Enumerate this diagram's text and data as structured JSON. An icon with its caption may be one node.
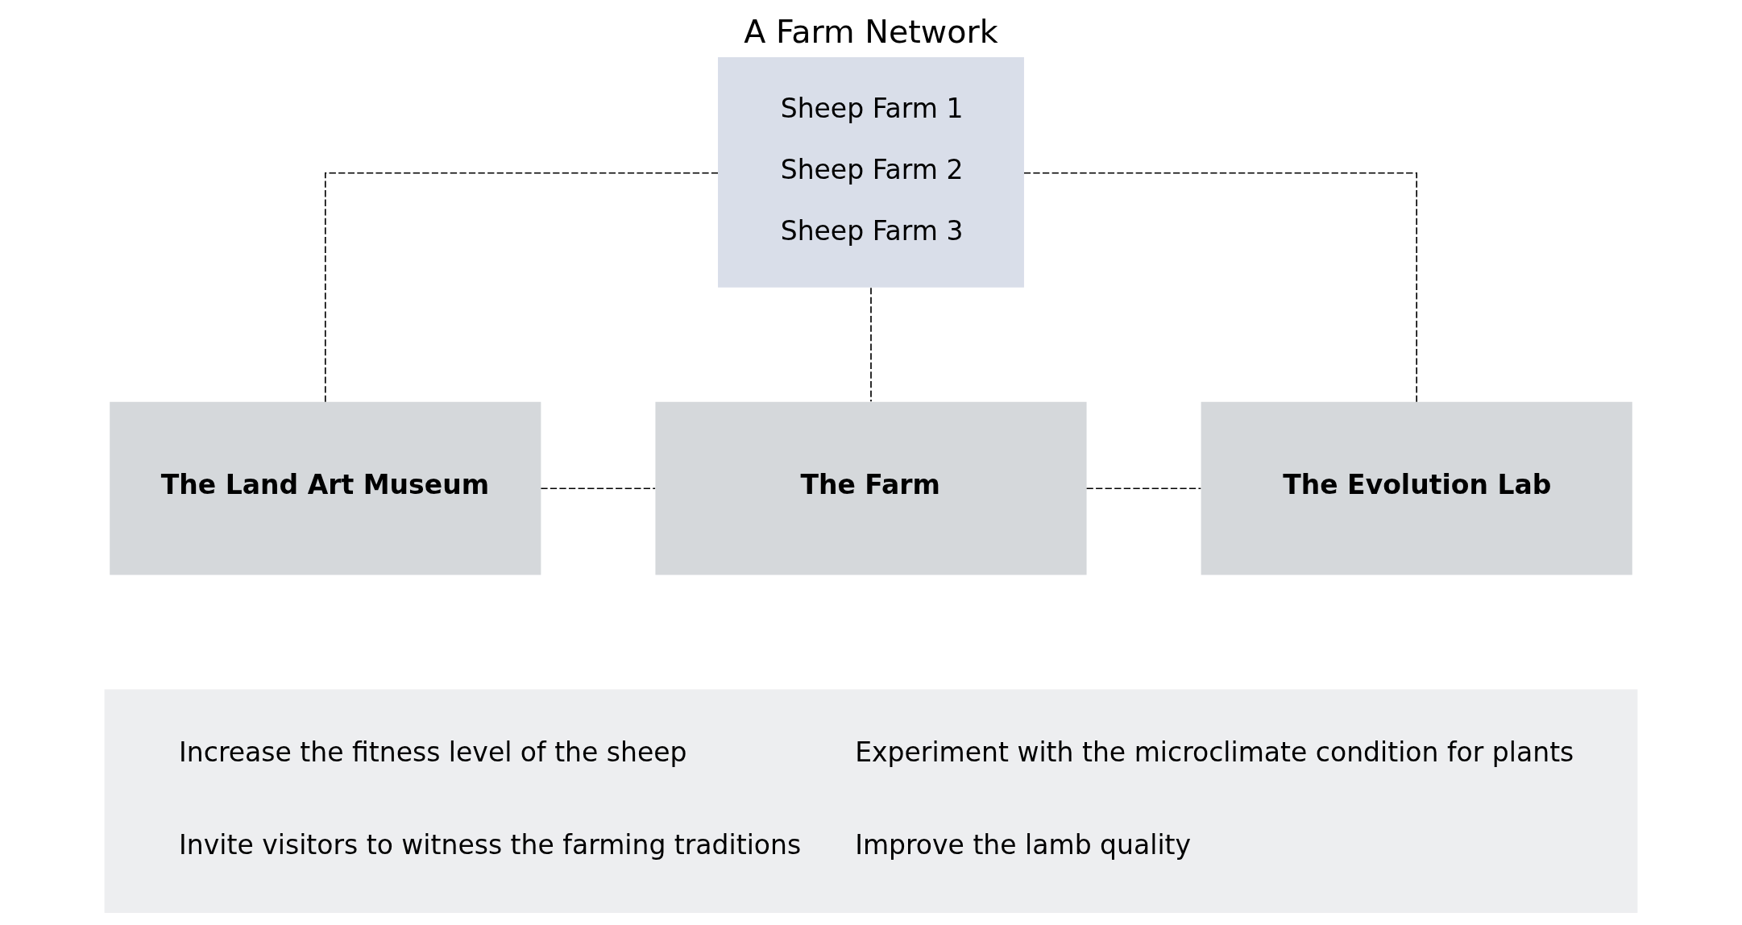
{
  "diagram": {
    "title": "A Farm Network",
    "nodes": [
      {
        "text": [
          "Sheep Farm 1",
          "Sheep Farm 2",
          "Sheep Farm 3"
        ]
      },
      {
        "text": [
          "The Land Art Museum"
        ]
      },
      {
        "text": [
          "The Farm"
        ]
      },
      {
        "text": [
          "The Evolution Lab"
        ]
      },
      {
        "text": [
          "Increase the fitness level of the sheep",
          "Experiment with the microclimate condition for plants",
          "Invite visitors to witness the farming traditions",
          "Improve the lamb quality"
        ]
      }
    ],
    "edges": [
      {
        "from": 0,
        "to": 1,
        "arrow": "none",
        "style": "dashed"
      },
      {
        "from": 0,
        "to": 2,
        "arrow": "none",
        "style": "dashed"
      },
      {
        "from": 0,
        "to": 3,
        "arrow": "none",
        "style": "dashed"
      },
      {
        "from": 1,
        "to": 2,
        "arrow": "none",
        "style": "dashed"
      },
      {
        "from": 2,
        "to": 3,
        "arrow": "none",
        "style": "dashed"
      }
    ]
  }
}
